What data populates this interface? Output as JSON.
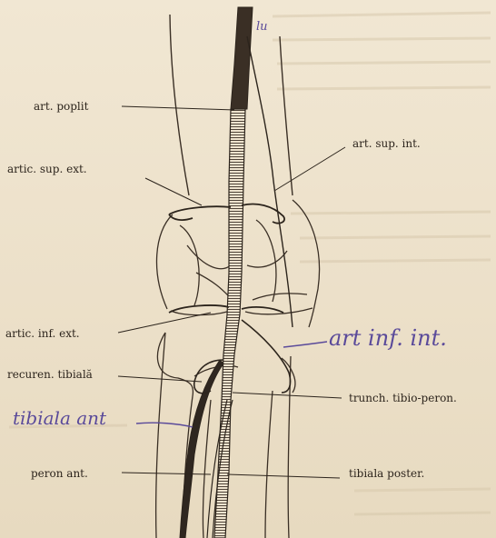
{
  "labels": {
    "art_poplit": "art. poplit",
    "artic_sup_ext": "artic. sup. ext.",
    "art_sup_int": "art. sup. int.",
    "artic_inf_ext": "artic. inf. ext.",
    "recuren_tibiala": "recuren. tibială",
    "trunch_tibio_peron": "trunch. tibio-peron.",
    "peron_ant": "peron ant.",
    "tibiala_poster": "tibiala poster."
  },
  "handwritten": {
    "tibiala_ant": "tibiala ant",
    "art_inf_int": "art inf. int.",
    "corner_mark": "lu"
  },
  "colors": {
    "ink": "#2c241c",
    "handwriting": "#5a4a9a",
    "paper": "#efe4cf"
  }
}
